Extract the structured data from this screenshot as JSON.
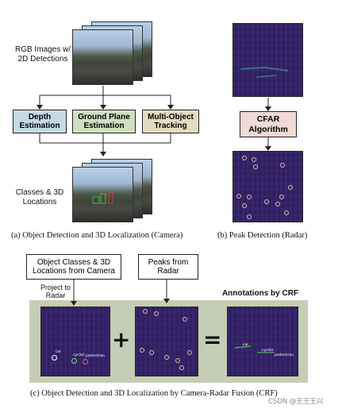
{
  "camera": {
    "input_label": "RGB Images w/ 2D Detections",
    "steps": [
      "Depth Estimation",
      "Ground Plane Estimation",
      "Multi-Object Tracking"
    ],
    "output_label": "Classes & 3D Locations",
    "caption": "(a) Object Detection and 3D Localization (Camera)"
  },
  "radar": {
    "algorithm": "CFAR Algorithm",
    "caption": "(b) Peak Detection (Radar)"
  },
  "fusion": {
    "input_camera": "Object Classes & 3D Locations from Camera",
    "project_label": "Project to Radar",
    "input_radar": "Peaks from Radar",
    "annotations_title": "Annotations by CRF",
    "plus": "+",
    "equals": "=",
    "labels": [
      "car",
      "cyclist",
      "pedestrian"
    ],
    "caption": "(c) Object Detection and 3D Localization by Camera-Radar Fusion (CRF)"
  },
  "watermark": "CSDN @王王王兴",
  "colors": {
    "depth_box": "#c5d9e6",
    "ground_box": "#cfe0c1",
    "tracking_box": "#e4dcc0",
    "cfar_box": "#efdad4",
    "fusion_background": "#c6cdb6"
  }
}
